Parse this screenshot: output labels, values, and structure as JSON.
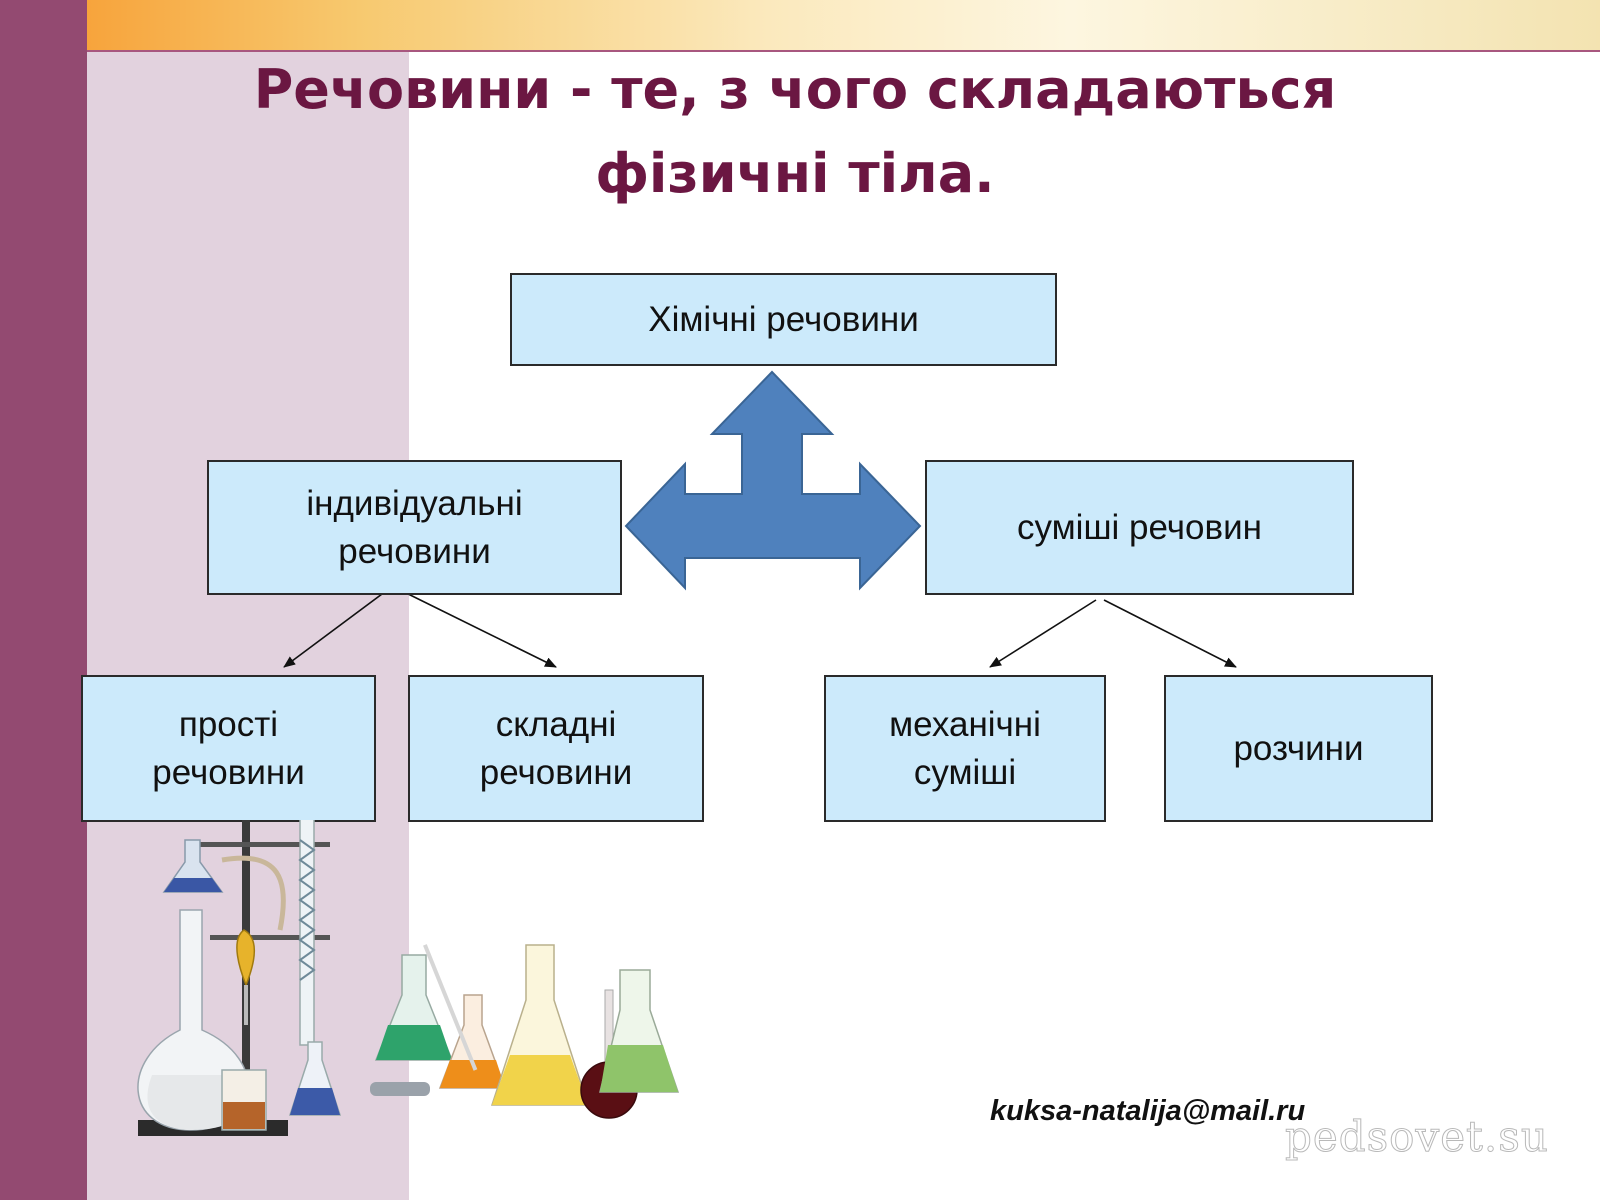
{
  "slide": {
    "title_lines": [
      "Речовини - те, з чого складаються",
      "фізичні тіла."
    ]
  },
  "diagram": {
    "root": "Хімічні речовини",
    "individual": [
      "індивідуальні",
      "речовини"
    ],
    "mixtures": "суміші речовин",
    "simple": [
      "прості",
      "речовини"
    ],
    "complex": [
      "складні",
      "речовини"
    ],
    "mechanical": [
      "механічні",
      "суміші"
    ],
    "solutions": "розчини"
  },
  "footer": {
    "email": "kuksa-natalija@mail.ru",
    "watermark": "pedsovet.su"
  },
  "colors": {
    "title": "#6b1742",
    "box_fill": "#cceafb",
    "arrow_fill": "#4f81bd",
    "left_bar": "#934a71",
    "left_panel": "#e2d2de"
  },
  "icons": {
    "illustration": "laboratory-glassware-illustration",
    "connector": "three-way-arrow"
  }
}
